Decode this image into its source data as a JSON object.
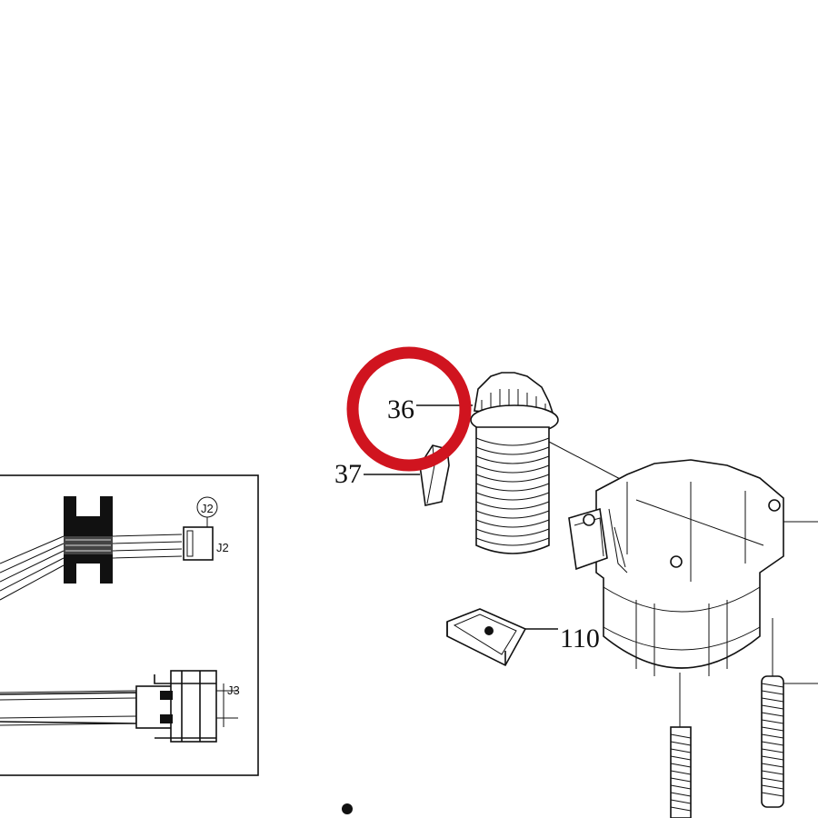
{
  "callouts": {
    "c36": "36",
    "c37": "37",
    "c110": "110"
  },
  "inset": {
    "j2": "J2",
    "j3": "J3",
    "j2_circle": "J2"
  },
  "highlight": {
    "color": "#d0141f",
    "target": "36"
  }
}
